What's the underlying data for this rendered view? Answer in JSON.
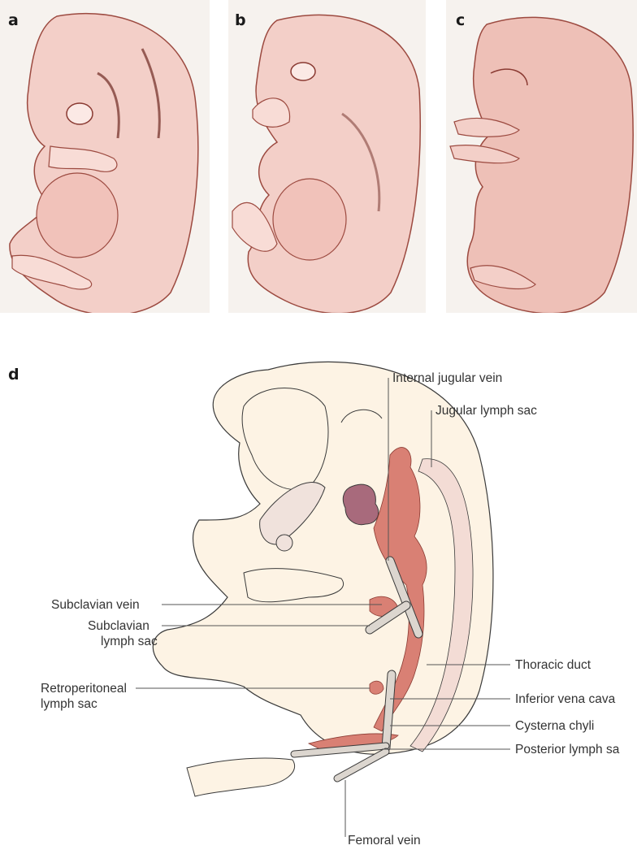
{
  "panels": [
    {
      "letter": "a"
    },
    {
      "letter": "b"
    },
    {
      "letter": "c"
    }
  ],
  "diagram": {
    "letter": "d",
    "labels": {
      "internal_jugular_vein": "Internal jugular vein",
      "jugular_lymph_sac": "Jugular lymph sac",
      "subclavian_vein": "Subclavian vein",
      "subclavian_lymph_sac_1": "Subclavian",
      "subclavian_lymph_sac_2": "lymph sac",
      "thoracic_duct": "Thoracic duct",
      "retroperitoneal_1": "Retroperitoneal",
      "retroperitoneal_2": "lymph sac",
      "inferior_vena_cava": "Inferior vena cava",
      "cisterna_chyli": "Cysterna chyli",
      "posterior_lymph_sac": "Posterior lymph sa",
      "femoral_vein": "Femoral vein"
    }
  },
  "colors": {
    "embryo_body": "#f4cdc6",
    "embryo_outline": "#8a3a32",
    "lymph": "#d98074",
    "vein": "#dcd6cf",
    "diagram_skin": "#fdf3e4"
  }
}
